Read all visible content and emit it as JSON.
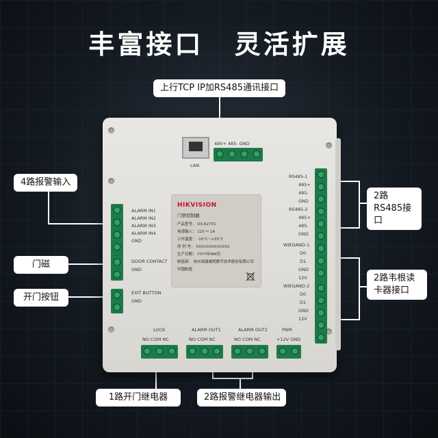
{
  "headline": {
    "left": "丰富接口",
    "right": "灵活扩展"
  },
  "callouts": {
    "top": "上行TCP IP加RS485通讯接口",
    "alarm_in": "4路报警输入",
    "door": "门磁",
    "exit": "开门按钮",
    "rs485": "2路RS485接口",
    "wiegand": "2路韦根读卡器接口",
    "lock_relay": "1路开门继电器",
    "alarm_relay": "2路报警继电器输出"
  },
  "device": {
    "lan": "LAN",
    "top_terms": "485+  485-  GND",
    "alarm_in": [
      "ALARM IN1",
      "ALARM IN2",
      "ALARM IN3",
      "ALARM IN4",
      "GND"
    ],
    "door_contact": [
      "DOOR CONTACT",
      "GND"
    ],
    "exit_button": [
      "EXIT BUTTON",
      "GND"
    ],
    "rs485_1": [
      "RS485-1",
      "485+",
      "485-",
      "GND"
    ],
    "rs485_2": [
      "RS485-2",
      "485+",
      "485-",
      "GND"
    ],
    "wiegand_1": [
      "WIEGAND-1",
      "D0",
      "D1",
      "GND",
      "12V"
    ],
    "wiegand_2": [
      "WIEGAND-2",
      "D0",
      "D1",
      "GND",
      "12V"
    ],
    "bottom_titles": [
      "LOCK",
      "ALARM OUT1",
      "ALARM OUT2",
      "PWR"
    ],
    "bottom_pins": [
      "NO  COM  NC",
      "NO  COM  NC",
      "NO  COM  NC",
      "+12V GND"
    ],
    "plate": {
      "brand": "HIKVISION",
      "product": "门禁控制器",
      "lines": [
        "产品型号：  DS-K2701",
        "电源输入：  12V ⎓ 1A",
        "工作温度：  -10°C~+55°C",
        "序 列 号：  XXXXXXXXXXXXX",
        "生产日期：  YYYY年MM月",
        "制造商：  杭州海康威视数字技术股份有限公司",
        "中国制造"
      ],
      "recycle_icon": "weee-bin-icon"
    }
  }
}
